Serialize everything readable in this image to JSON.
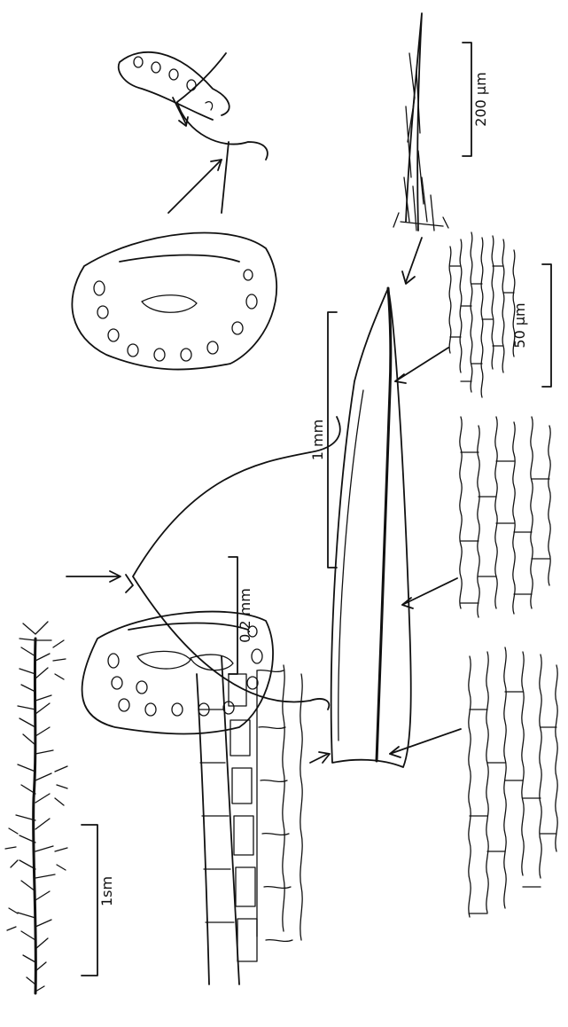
{
  "plate": {
    "scale_bars": {
      "habit": "1sm",
      "cross_sections": "0.2 mm",
      "leaf": "1 mm",
      "apex": "200 µm",
      "cells": "50 µm"
    }
  }
}
